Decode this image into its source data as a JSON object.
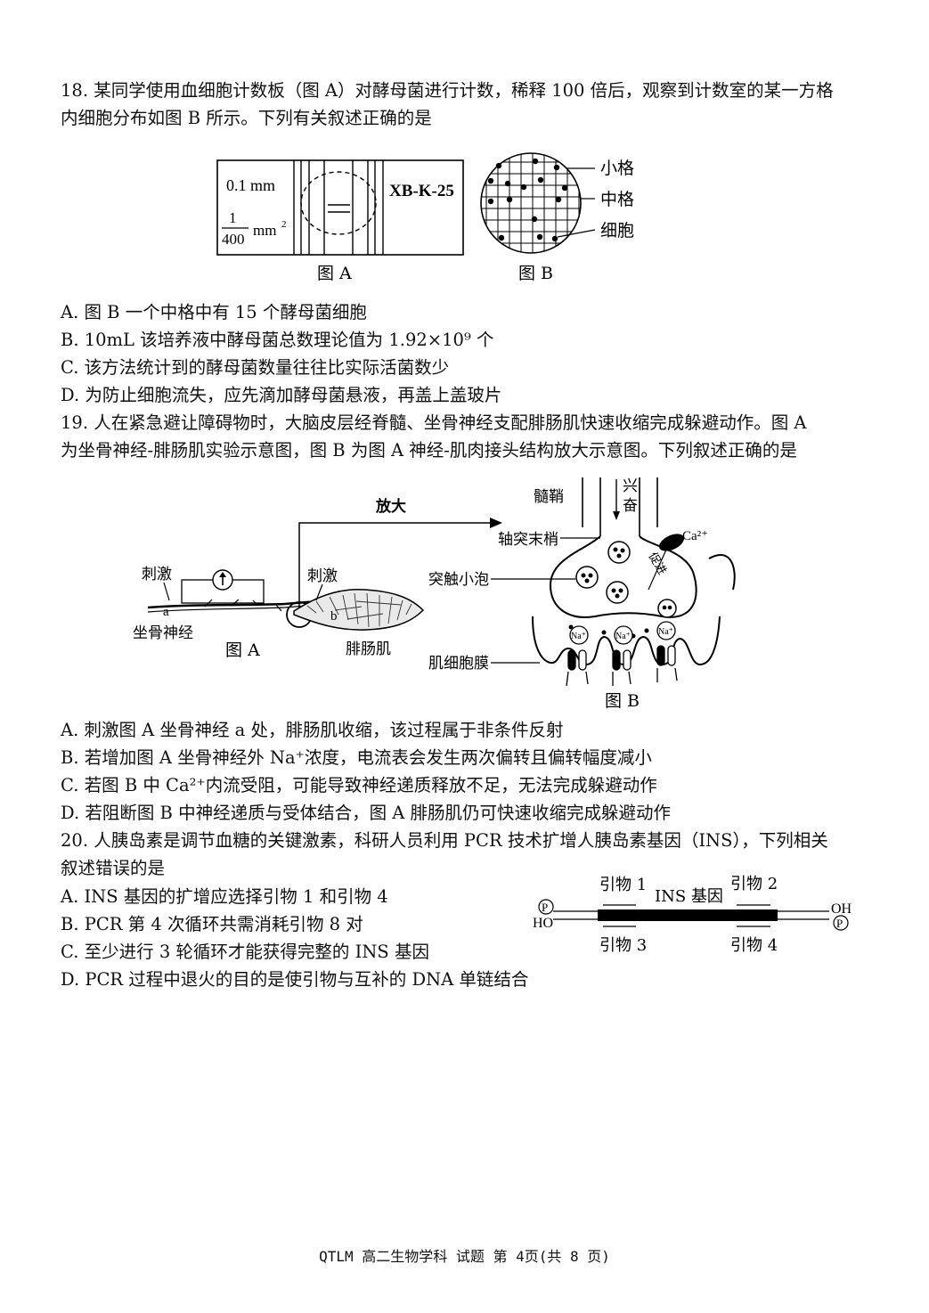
{
  "q18": {
    "stem_line1": "18. 某同学使用血细胞计数板（图 A）对酵母菌进行计数，稀释 100 倍后，观察到计数室的某一方格",
    "stem_line2": "内细胞分布如图 B 所示。下列有关叙述正确的是",
    "figA": {
      "label_depth": "0.1 mm",
      "label_area_num": "1",
      "label_area_den": "400",
      "label_area_unit": "mm",
      "label_area_exp": "2",
      "board_code": "XB-K-25",
      "caption": "图 A"
    },
    "figB": {
      "label_small": "小格",
      "label_medium": "中格",
      "label_cell": "细胞",
      "caption": "图 B"
    },
    "options": [
      "A. 图 B 一个中格中有 15 个酵母菌细胞",
      "B. 10mL 该培养液中酵母菌总数理论值为 1.92×10⁹ 个",
      "C. 该方法统计到的酵母菌数量往往比实际活菌数少",
      "D. 为防止细胞流失，应先滴加酵母菌悬液，再盖上盖玻片"
    ]
  },
  "q19": {
    "stem_line1": "19. 人在紧急避让障碍物时，大脑皮层经脊髓、坐骨神经支配腓肠肌快速收缩完成躲避动作。图 A",
    "stem_line2": "为坐骨神经-腓肠肌实验示意图，图 B 为图 A 神经-肌肉接头结构放大示意图。下列叙述正确的是",
    "figA": {
      "enlarge": "放大",
      "stim_left": "刺激",
      "point_a": "a",
      "nerve": "坐骨神经",
      "caption": "图 A",
      "stim_right": "刺激",
      "point_b": "b",
      "muscle": "腓肠肌"
    },
    "figB": {
      "myelin": "髓鞘",
      "excite": "兴奋",
      "axon_terminal": "轴突末梢",
      "calcium": "Ca²⁺",
      "promote": "促进",
      "vesicle": "突触小泡",
      "sodium": "Na⁺",
      "membrane": "肌细胞膜",
      "caption": "图 B"
    },
    "options": [
      "A. 刺激图 A 坐骨神经 a 处，腓肠肌收缩，该过程属于非条件反射",
      "B. 若增加图 A 坐骨神经外 Na⁺浓度，电流表会发生两次偏转且偏转幅度减小",
      "C. 若图 B 中 Ca²⁺内流受阻，可能导致神经递质释放不足，无法完成躲避动作",
      "D. 若阻断图 B 中神经递质与受体结合，图 A 腓肠肌仍可快速收缩完成躲避动作"
    ]
  },
  "q20": {
    "stem_line1": "20. 人胰岛素是调节血糖的关键激素，科研人员利用 PCR 技术扩增人胰岛素基因（INS），下列相关",
    "stem_line2": "叙述错误的是",
    "options": [
      "A. INS 基因的扩增应选择引物 1 和引物 4",
      "B. PCR 第 4 次循环共需消耗引物 8 对",
      "C. 至少进行 3 轮循环才能获得完整的 INS 基因",
      "D. PCR 过程中退火的目的是使引物与互补的 DNA 单链结合"
    ],
    "fig": {
      "primer1": "引物 1",
      "primer2": "引物 2",
      "primer3": "引物 3",
      "primer4": "引物 4",
      "gene": "INS 基因",
      "p_symbol": "P",
      "ho": "HO",
      "oh": "OH"
    }
  },
  "footer": "QTLM 高二生物学科 试题 第 4页(共 8 页)"
}
